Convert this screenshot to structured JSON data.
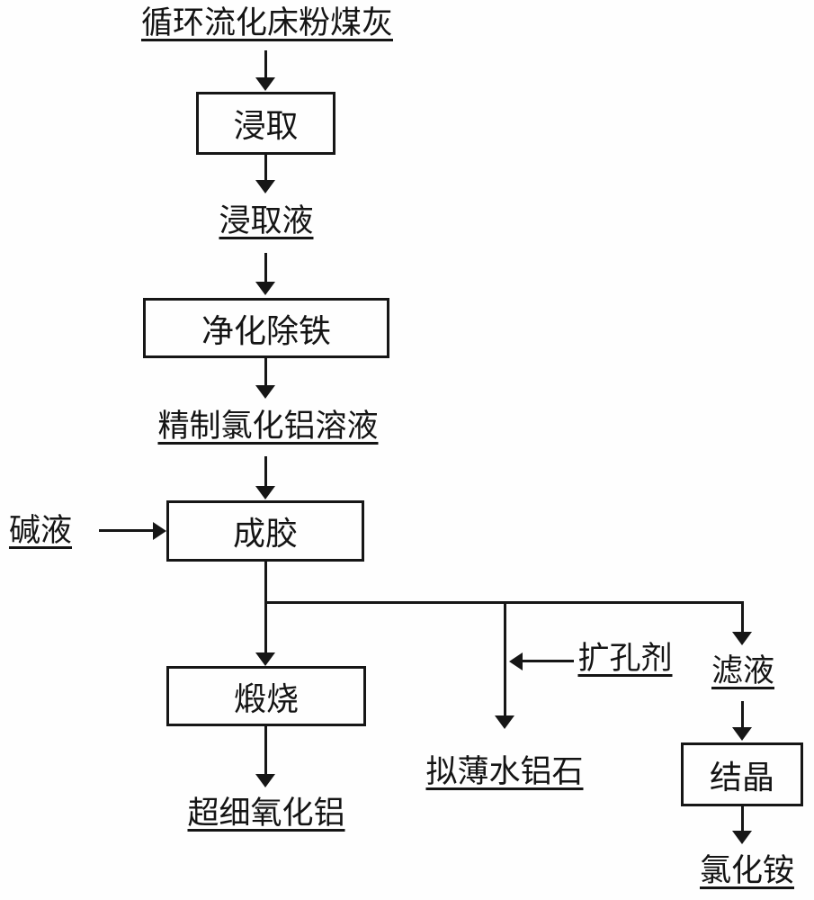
{
  "diagram": {
    "type": "process-flowchart",
    "colors": {
      "line": "#161616",
      "background": "#fefefe",
      "text": "#141414"
    },
    "nodes": {
      "source": {
        "label": "循环流化床粉煤灰",
        "kind": "stream"
      },
      "leach_box": {
        "label": "浸取",
        "kind": "process"
      },
      "leachate": {
        "label": "浸取液",
        "kind": "stream"
      },
      "purify_box": {
        "label": "净化除铁",
        "kind": "process"
      },
      "refined_solution": {
        "label": "精制氯化铝溶液",
        "kind": "stream"
      },
      "alkali": {
        "label": "碱液",
        "kind": "stream"
      },
      "gel_box": {
        "label": "成胶",
        "kind": "process"
      },
      "calcine_box": {
        "label": "煅烧",
        "kind": "process"
      },
      "ultrafine_alumina": {
        "label": "超细氧化铝",
        "kind": "stream"
      },
      "pore_expander": {
        "label": "扩孔剂",
        "kind": "stream"
      },
      "pseudoboehmite": {
        "label": "拟薄水铝石",
        "kind": "stream"
      },
      "filtrate": {
        "label": "滤液",
        "kind": "stream"
      },
      "crystallize_box": {
        "label": "结晶",
        "kind": "process"
      },
      "ammonium_chloride": {
        "label": "氯化铵",
        "kind": "stream"
      }
    },
    "edges": [
      "source -> leach_box",
      "leach_box -> leachate",
      "leachate -> purify_box",
      "purify_box -> refined_solution",
      "refined_solution -> gel_box",
      "alkali -> gel_box",
      "gel_box -> calcine_box",
      "gel_box -> pseudoboehmite",
      "pore_expander -> (gel_box -> pseudoboehmite)",
      "gel_box -> filtrate",
      "calcine_box -> ultrafine_alumina",
      "filtrate -> crystallize_box",
      "crystallize_box -> ammonium_chloride"
    ]
  }
}
